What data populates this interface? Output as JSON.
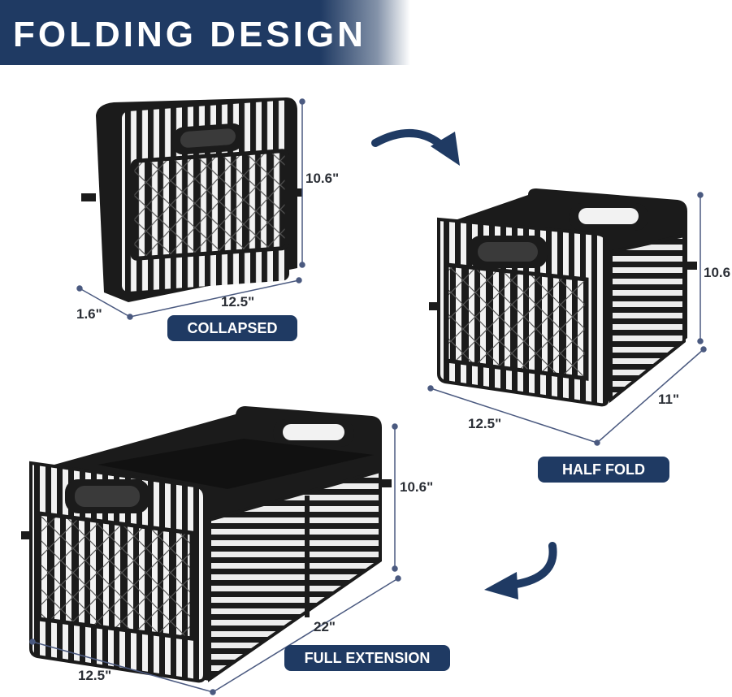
{
  "banner": {
    "title": "FOLDING DESIGN"
  },
  "colors": {
    "navy": "#1f3a63",
    "dimension_line": "#4b5a80",
    "bag_black": "#1b1b1b",
    "stripe_white": "#f2f2f2"
  },
  "states": {
    "collapsed": {
      "label": "COLLAPSED",
      "height": "10.6\"",
      "width": "12.5\"",
      "depth": "1.6\""
    },
    "half_fold": {
      "label": "HALF FOLD",
      "height": "10.6",
      "width": "12.5\"",
      "depth": "11\""
    },
    "full_extension": {
      "label": "FULL EXTENSION",
      "height": "10.6\"",
      "width": "12.5\"",
      "depth": "22\""
    }
  },
  "arrows": [
    {
      "icon": "curved-arrow-right-icon"
    },
    {
      "icon": "curved-arrow-left-icon"
    }
  ]
}
